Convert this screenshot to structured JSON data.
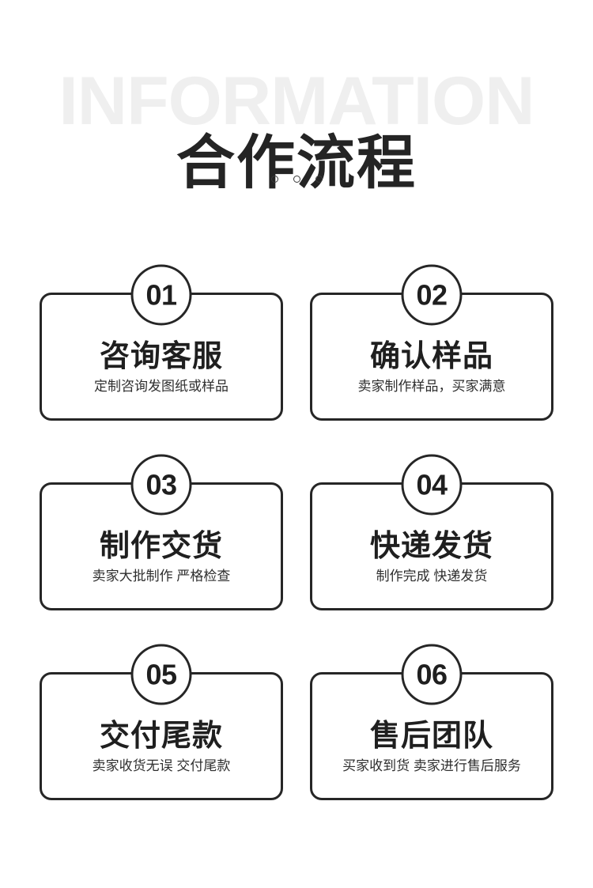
{
  "page": {
    "background_color": "#ffffff",
    "text_color": "#1f1f1f",
    "border_color": "#262626",
    "watermark_color": "#efefef"
  },
  "header": {
    "watermark_text": "INFORMATION",
    "title": "合作流程",
    "dots": [
      "dot",
      "dot",
      "dot"
    ]
  },
  "steps": [
    {
      "number": "01",
      "title": "咨询客服",
      "subtitle": "定制咨询发图纸或样品"
    },
    {
      "number": "02",
      "title": "确认样品",
      "subtitle": "卖家制作样品，买家满意"
    },
    {
      "number": "03",
      "title": "制作交货",
      "subtitle": "卖家大批制作 严格检查"
    },
    {
      "number": "04",
      "title": "快递发货",
      "subtitle": "制作完成 快递发货"
    },
    {
      "number": "05",
      "title": "交付尾款",
      "subtitle": "卖家收货无误 交付尾款"
    },
    {
      "number": "06",
      "title": "售后团队",
      "subtitle": "买家收到货 卖家进行售后服务"
    }
  ]
}
